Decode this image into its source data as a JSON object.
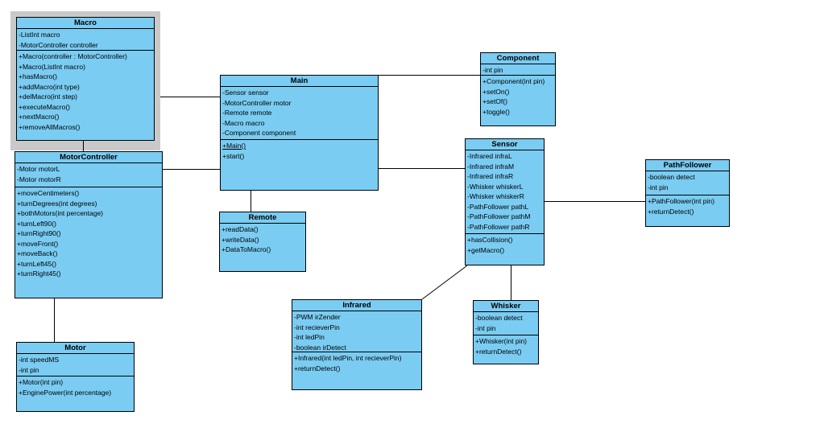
{
  "diagram": {
    "type": "uml-class-diagram",
    "colors": {
      "class_fill": "#7accf2",
      "class_border": "#000000",
      "selection_frame": "#c9c9c9",
      "background": "#ffffff"
    }
  },
  "classes": {
    "macro": {
      "title": "Macro",
      "selected": true,
      "attributes": [
        "-ListInt macro",
        "-MotorController controller"
      ],
      "methods": [
        "+Macro(controller : MotorController)",
        "+Macro(ListInt macro)",
        "+hasMacro()",
        "+addMacro(int type)",
        "+delMacro(int step)",
        "+executeMacro()",
        "+nextMacro()",
        "+removeAllMacros()"
      ]
    },
    "motorcontroller": {
      "title": "MotorController",
      "attributes": [
        "-Motor motorL",
        "-Motor motorR"
      ],
      "methods": [
        "+moveCentimeters()",
        "+turnDegrees(int degrees)",
        "+bothMotors(int percentage)",
        "+turnLeft90()",
        "+turnRight90()",
        "+moveFront()",
        "+moveBack()",
        "+turnLeft45()",
        "+turnRight45()"
      ]
    },
    "motor": {
      "title": "Motor",
      "attributes": [
        "-int speedMS",
        "-int pin"
      ],
      "methods": [
        "+Motor(int pin)",
        "+EnginePower(int percentage)"
      ]
    },
    "main": {
      "title": "Main",
      "attributes": [
        "-Sensor sensor",
        "-MotorController motor",
        "-Remote remote",
        "-Macro macro",
        "-Component component"
      ],
      "methods": [
        "+Main()",
        "+start()"
      ]
    },
    "remote": {
      "title": "Remote",
      "attributes": [],
      "methods": [
        "+readData()",
        "+writeData()",
        "+DataToMacro()"
      ]
    },
    "component": {
      "title": "Component",
      "attributes": [
        "-int pin"
      ],
      "methods": [
        "+Component(int pin)",
        "+setOn()",
        "+setOf()",
        "+toggle()"
      ]
    },
    "sensor": {
      "title": "Sensor",
      "attributes": [
        "-Infrared infraL",
        "-Infrared infraM",
        "-Infrared infraR",
        "-Whisker whiskerL",
        "-Whisker whiskerR",
        "-PathFollower pathL",
        "-PathFollower pathM",
        "-PathFollower pathR"
      ],
      "methods": [
        "+hasCollision()",
        "+getMacro()"
      ]
    },
    "pathfollower": {
      "title": "PathFollower",
      "attributes": [
        "-boolean detect",
        "-int pin"
      ],
      "methods": [
        "+PathFollower(int pin)",
        "+returnDetect()"
      ]
    },
    "infrared": {
      "title": "Infrared",
      "attributes": [
        "-PWM irZender",
        "-int recieverPin",
        "-int ledPin",
        "-boolean irDetect"
      ],
      "methods": [
        "+Infrared(int ledPin, int recieverPin)",
        "+returnDetect()"
      ]
    },
    "whisker": {
      "title": "Whisker",
      "attributes": [
        "-boolean detect",
        "-int pin"
      ],
      "methods": [
        "+Whisker(int pin)",
        "+returnDetect()"
      ]
    }
  },
  "connectors": [
    {
      "from": "Macro",
      "to": "Main"
    },
    {
      "from": "Macro",
      "to": "MotorController"
    },
    {
      "from": "MotorController",
      "to": "Main"
    },
    {
      "from": "MotorController",
      "to": "Motor"
    },
    {
      "from": "Main",
      "to": "Remote"
    },
    {
      "from": "Main",
      "to": "Component"
    },
    {
      "from": "Main",
      "to": "Sensor"
    },
    {
      "from": "Sensor",
      "to": "PathFollower"
    },
    {
      "from": "Sensor",
      "to": "Infrared"
    },
    {
      "from": "Sensor",
      "to": "Whisker"
    }
  ]
}
